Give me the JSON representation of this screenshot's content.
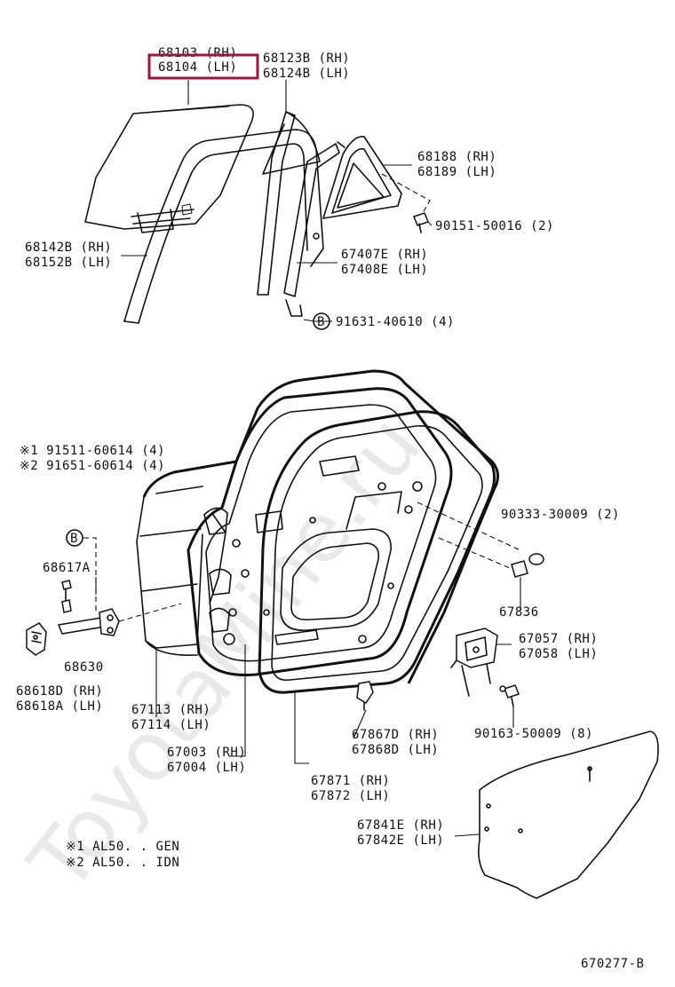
{
  "labels": {
    "glass": [
      "68103 (RH)",
      "68104 (LH)"
    ],
    "run_channel": [
      "68123B (RH)",
      "68124B (LH)"
    ],
    "quarter_glass": [
      "68188 (RH)",
      "68189 (LH)"
    ],
    "screw_90151": "90151-50016 (2)",
    "channel_68142": [
      "68142B (RH)",
      "68152B (LH)"
    ],
    "division_bar": [
      "67407E (RH)",
      "67408E (LH)"
    ],
    "bolt_91631": "91631-40610 (4)",
    "bolt_note": [
      "※1 91511-60614 (4)",
      "※2 91651-60614 (4)"
    ],
    "plug_90333": "90333-30009 (2)",
    "b_marker": "B",
    "link_68617": "68617A",
    "plug_67836": "67836",
    "check_68630": "68630",
    "hinge_68618": [
      "68618D (RH)",
      "68618A (LH)"
    ],
    "weatherstrip_67113": [
      "67113 (RH)",
      "67114 (LH)"
    ],
    "door_panel": [
      "67003 (RH)",
      "67004 (LH)"
    ],
    "bracket_67057": [
      "67057 (RH)",
      "67058 (LH)"
    ],
    "clip_67867": [
      "67867D (RH)",
      "67868D (LH)"
    ],
    "screw_90163": "90163-50009 (8)",
    "weatherstrip_67871": [
      "67871 (RH)",
      "67872 (LH)"
    ],
    "cover_67841": [
      "67841E (RH)",
      "67842E (LH)"
    ],
    "footnotes": [
      "※1  AL50. . GEN",
      "※2  AL50. . IDN"
    ],
    "figure_code": "670277-B",
    "watermark": "ToyotaMine.ru"
  },
  "highlight_color": "#a0163a"
}
